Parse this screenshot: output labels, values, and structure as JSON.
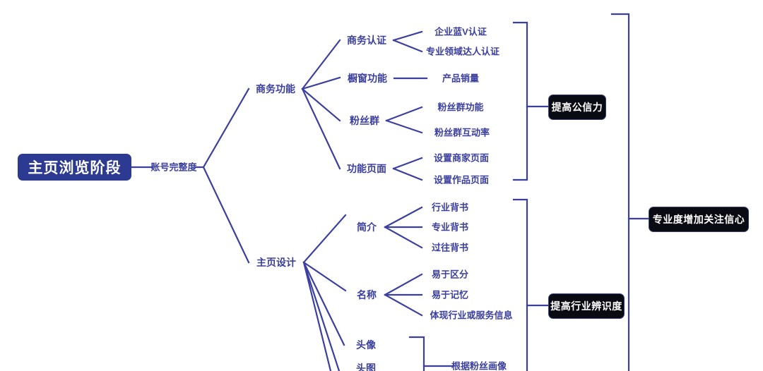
{
  "diagram": {
    "type": "mind-map",
    "orientation": "left-to-right",
    "colors": {
      "background": "#ffffff",
      "line": "#3b3f9e",
      "text": "#3b3f9e",
      "root_fill": "#2c3a91",
      "root_text": "#ffffff",
      "outcome_fill": "#0a0a12",
      "outcome_text": "#ffffff"
    }
  },
  "root": {
    "label": "主页浏览阶段"
  },
  "level1": {
    "label": "账号完整度"
  },
  "branches": [
    {
      "label": "商务功能",
      "children": [
        {
          "label": "商务认证",
          "leaves": [
            "企业蓝V认证",
            "专业领域达人认证"
          ]
        },
        {
          "label": "橱窗功能",
          "leaves": [
            "产品销量"
          ]
        },
        {
          "label": "粉丝群",
          "leaves": [
            "粉丝群功能",
            "粉丝群互动率"
          ]
        },
        {
          "label": "功能页面",
          "leaves": [
            "设置商家页面",
            "设置作品页面"
          ]
        }
      ]
    },
    {
      "label": "主页设计",
      "children": [
        {
          "label": "简介",
          "leaves": [
            "行业背书",
            "专业背书",
            "过往背书"
          ]
        },
        {
          "label": "名称",
          "leaves": [
            "易于区分",
            "易于记忆",
            "体现行业或服务信息"
          ]
        },
        {
          "label": "头像",
          "leaves": []
        },
        {
          "label": "头图",
          "leaves": [
            "根据粉丝画像"
          ]
        }
      ]
    }
  ],
  "outcomes": [
    {
      "label": "提高公信力"
    },
    {
      "label": "提高行业辨识度"
    },
    {
      "label": "专业度增加关注信心"
    }
  ]
}
